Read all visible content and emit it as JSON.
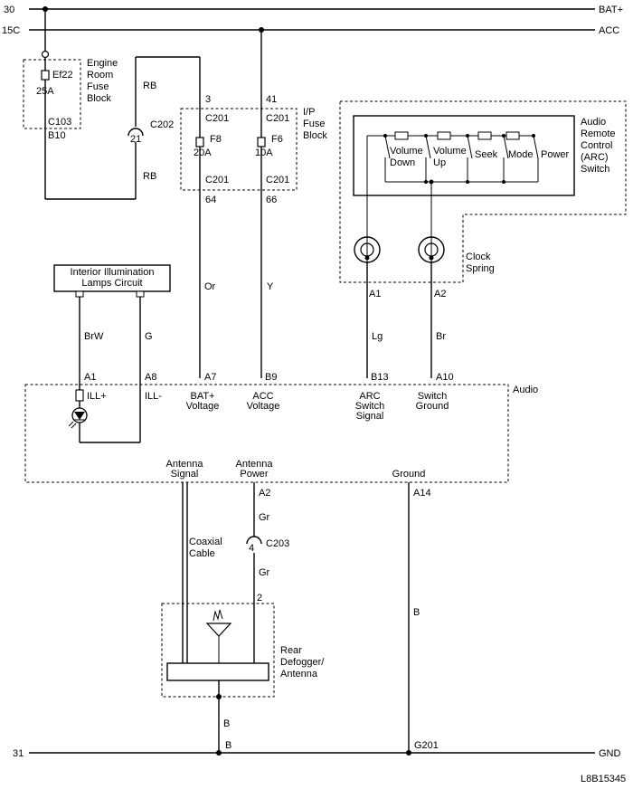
{
  "buses": {
    "top": {
      "num": "30",
      "label": "BAT+"
    },
    "acc": {
      "num": "15C",
      "label": "ACC"
    },
    "gnd": {
      "num": "31",
      "label": "GND"
    }
  },
  "engine_fuse_block": {
    "name_lines": [
      "Engine",
      "Room",
      "Fuse",
      "Block"
    ],
    "fuse": "Ef22",
    "rating": "25A",
    "connector": "C103",
    "pin": "B10"
  },
  "c202": {
    "name": "C202",
    "pin": "21",
    "wire_top": "RB",
    "wire_bottom": "RB"
  },
  "ip_fuse_block": {
    "name_lines": [
      "I/P",
      "Fuse",
      "Block"
    ],
    "f8": {
      "in_pin": "3",
      "conn_top": "C201",
      "name": "F8",
      "rating": "20A",
      "conn_bottom": "C201",
      "out_pin": "64"
    },
    "f6": {
      "in_pin": "41",
      "conn_top": "C201",
      "name": "F6",
      "rating": "10A",
      "conn_bottom": "C201",
      "out_pin": "66"
    }
  },
  "arc_switch": {
    "name_lines": [
      "Audio",
      "Remote",
      "Control",
      "(ARC)",
      "Switch"
    ],
    "buttons": [
      [
        "Volume",
        "Down"
      ],
      [
        "Volume",
        "Up"
      ],
      [
        "Seek"
      ],
      [
        "Mode"
      ],
      [
        "Power"
      ]
    ]
  },
  "clock_spring": {
    "name_lines": [
      "Clock",
      "Spring"
    ],
    "pin_left": "A1",
    "pin_right": "A2"
  },
  "illumination": {
    "name_lines": [
      "Interior Illumination",
      "Lamps Circuit"
    ]
  },
  "wires": {
    "brw": "BrW",
    "g": "G",
    "or": "Or",
    "y": "Y",
    "lg": "Lg",
    "br": "Br",
    "gr_top": "Gr",
    "gr_bottom": "Gr",
    "b_ground": "B",
    "b_antenna": "B",
    "b_bus": "B"
  },
  "audio": {
    "name": "Audio",
    "pins": {
      "a1": "A1",
      "a8": "A8",
      "a7": "A7",
      "b9": "B9",
      "b13": "B13",
      "a10": "A10",
      "a2": "A2",
      "a14": "A14"
    },
    "labels": {
      "ill_plus": "ILL+",
      "ill_minus": "ILL-",
      "bat": [
        "BAT+",
        "Voltage"
      ],
      "acc": [
        "ACC",
        "Voltage"
      ],
      "arc": [
        "ARC",
        "Switch",
        "Signal"
      ],
      "sw_ground": [
        "Switch",
        "Ground"
      ],
      "ant_signal": [
        "Antenna",
        "Signal"
      ],
      "ant_power": [
        "Antenna",
        "Power"
      ],
      "ground": "Ground"
    }
  },
  "coax": [
    "Coaxial",
    "Cable"
  ],
  "c203": {
    "name": "C203",
    "pin": "4"
  },
  "rear_defogger": {
    "pin": "2",
    "name_lines": [
      "Rear",
      "Defogger/",
      "Antenna"
    ]
  },
  "g201": "G201",
  "figure_id": "L8B15345"
}
